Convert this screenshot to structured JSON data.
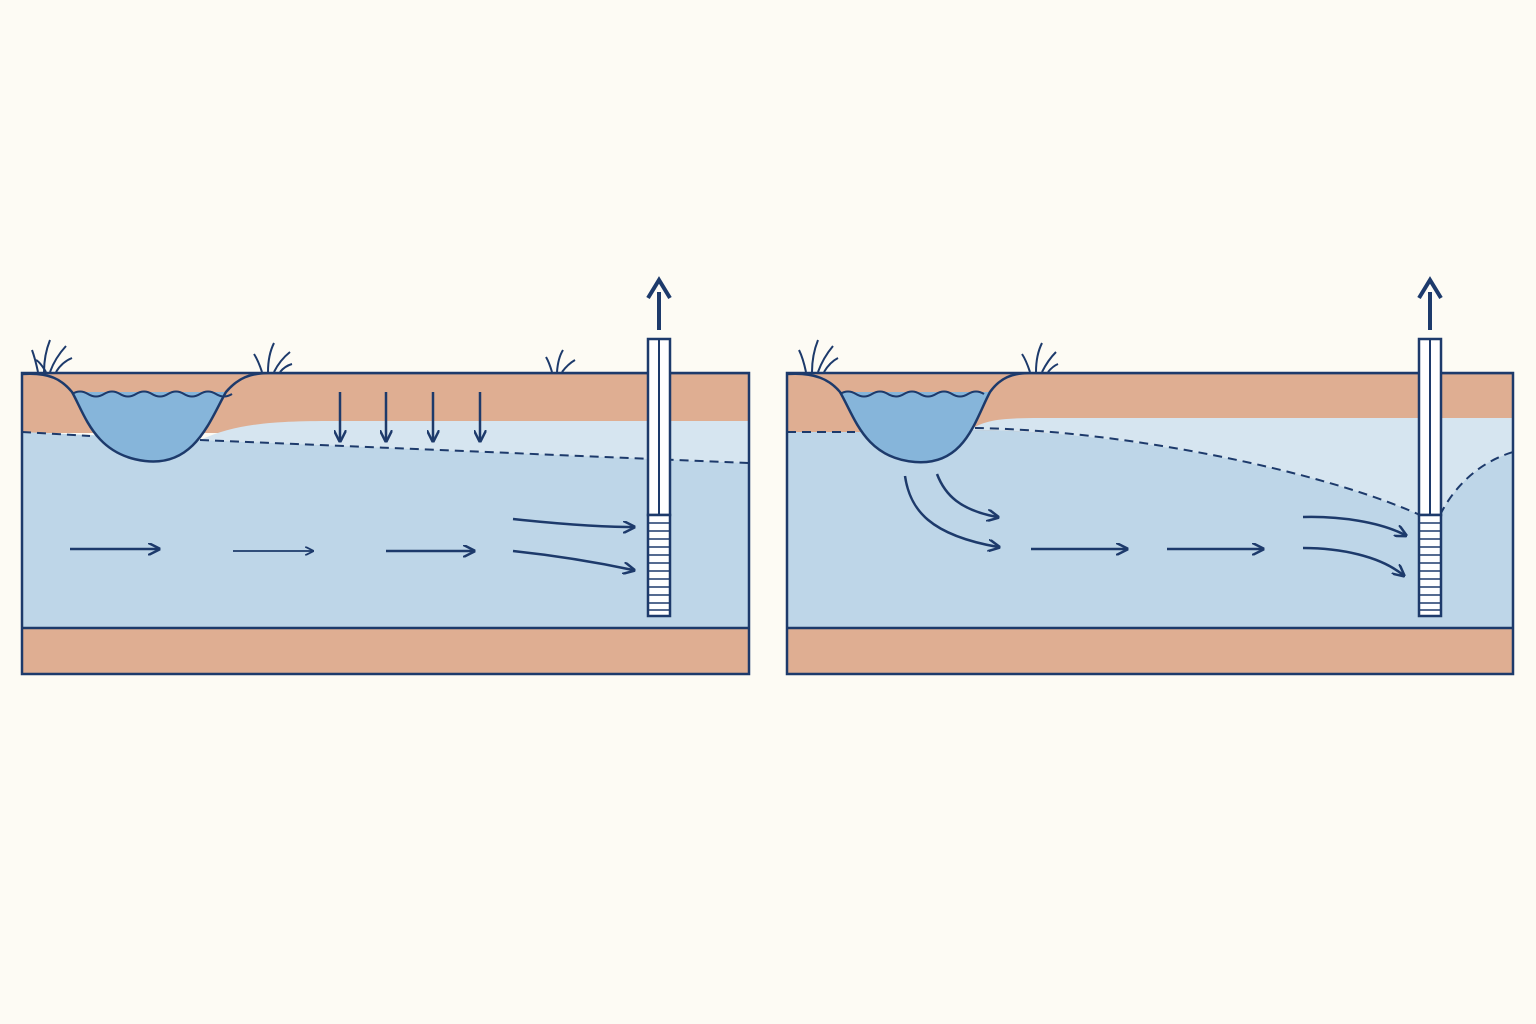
{
  "diagram": {
    "description_visible_text": "",
    "colors": {
      "background": "#fdfbf4",
      "soil": "#dfae92",
      "aquifer": "#bed6e8",
      "vadose_light": "#d6e5f0",
      "stream_water": "#86b5da",
      "outline": "#1d3a6b",
      "well_casing": "#ffffff"
    },
    "panels": [
      {
        "id": "left",
        "scenario": "gaining-stream-with-recharge",
        "icons": [
          "grass-tuft-icon",
          "grass-tuft-icon",
          "grass-tuft-icon",
          "well-pump-up-arrow-icon"
        ]
      },
      {
        "id": "right",
        "scenario": "losing-stream-with-cone-of-depression",
        "icons": [
          "grass-tuft-icon",
          "grass-tuft-icon",
          "well-pump-up-arrow-icon"
        ]
      }
    ]
  }
}
